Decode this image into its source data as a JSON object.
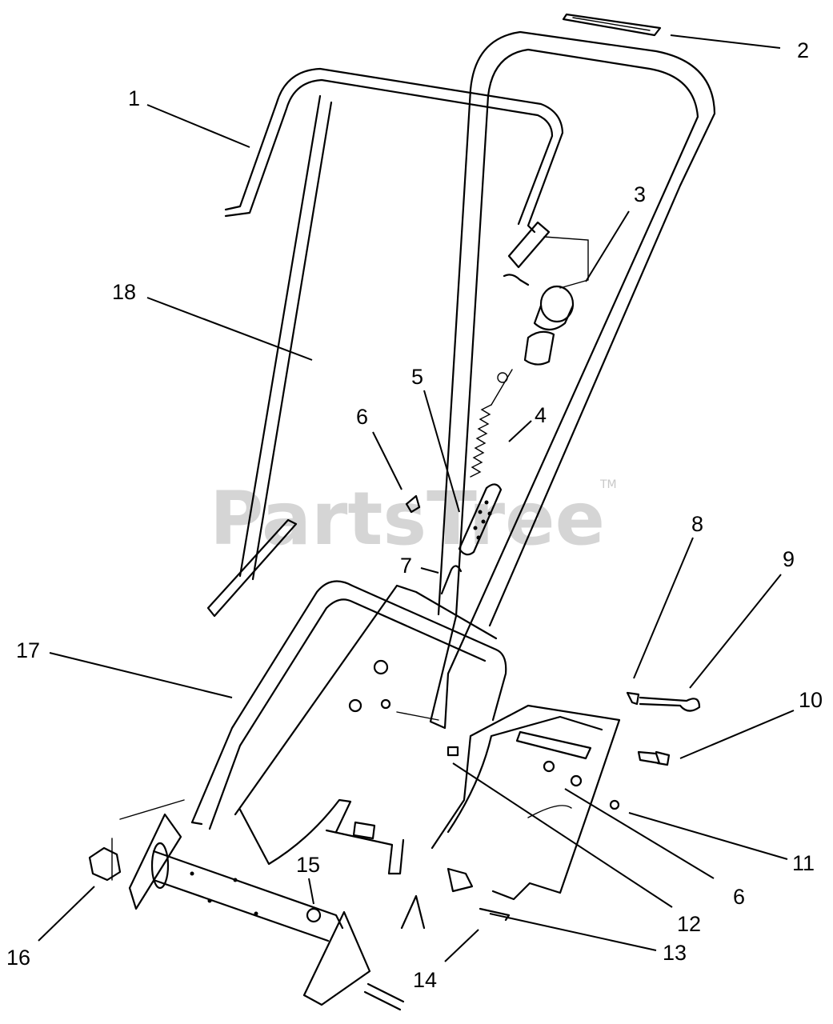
{
  "diagram": {
    "watermark": "PartsTree",
    "trademark": "TM",
    "callouts": [
      {
        "id": "c1",
        "label": "1"
      },
      {
        "id": "c2",
        "label": "2"
      },
      {
        "id": "c3",
        "label": "3"
      },
      {
        "id": "c4",
        "label": "4"
      },
      {
        "id": "c5",
        "label": "5"
      },
      {
        "id": "c6a",
        "label": "6"
      },
      {
        "id": "c6b",
        "label": "6"
      },
      {
        "id": "c7",
        "label": "7"
      },
      {
        "id": "c8",
        "label": "8"
      },
      {
        "id": "c9",
        "label": "9"
      },
      {
        "id": "c10",
        "label": "10"
      },
      {
        "id": "c11",
        "label": "11"
      },
      {
        "id": "c12",
        "label": "12"
      },
      {
        "id": "c13",
        "label": "13"
      },
      {
        "id": "c14",
        "label": "14"
      },
      {
        "id": "c15",
        "label": "15"
      },
      {
        "id": "c16",
        "label": "16"
      },
      {
        "id": "c17",
        "label": "17"
      },
      {
        "id": "c18",
        "label": "18"
      }
    ]
  }
}
